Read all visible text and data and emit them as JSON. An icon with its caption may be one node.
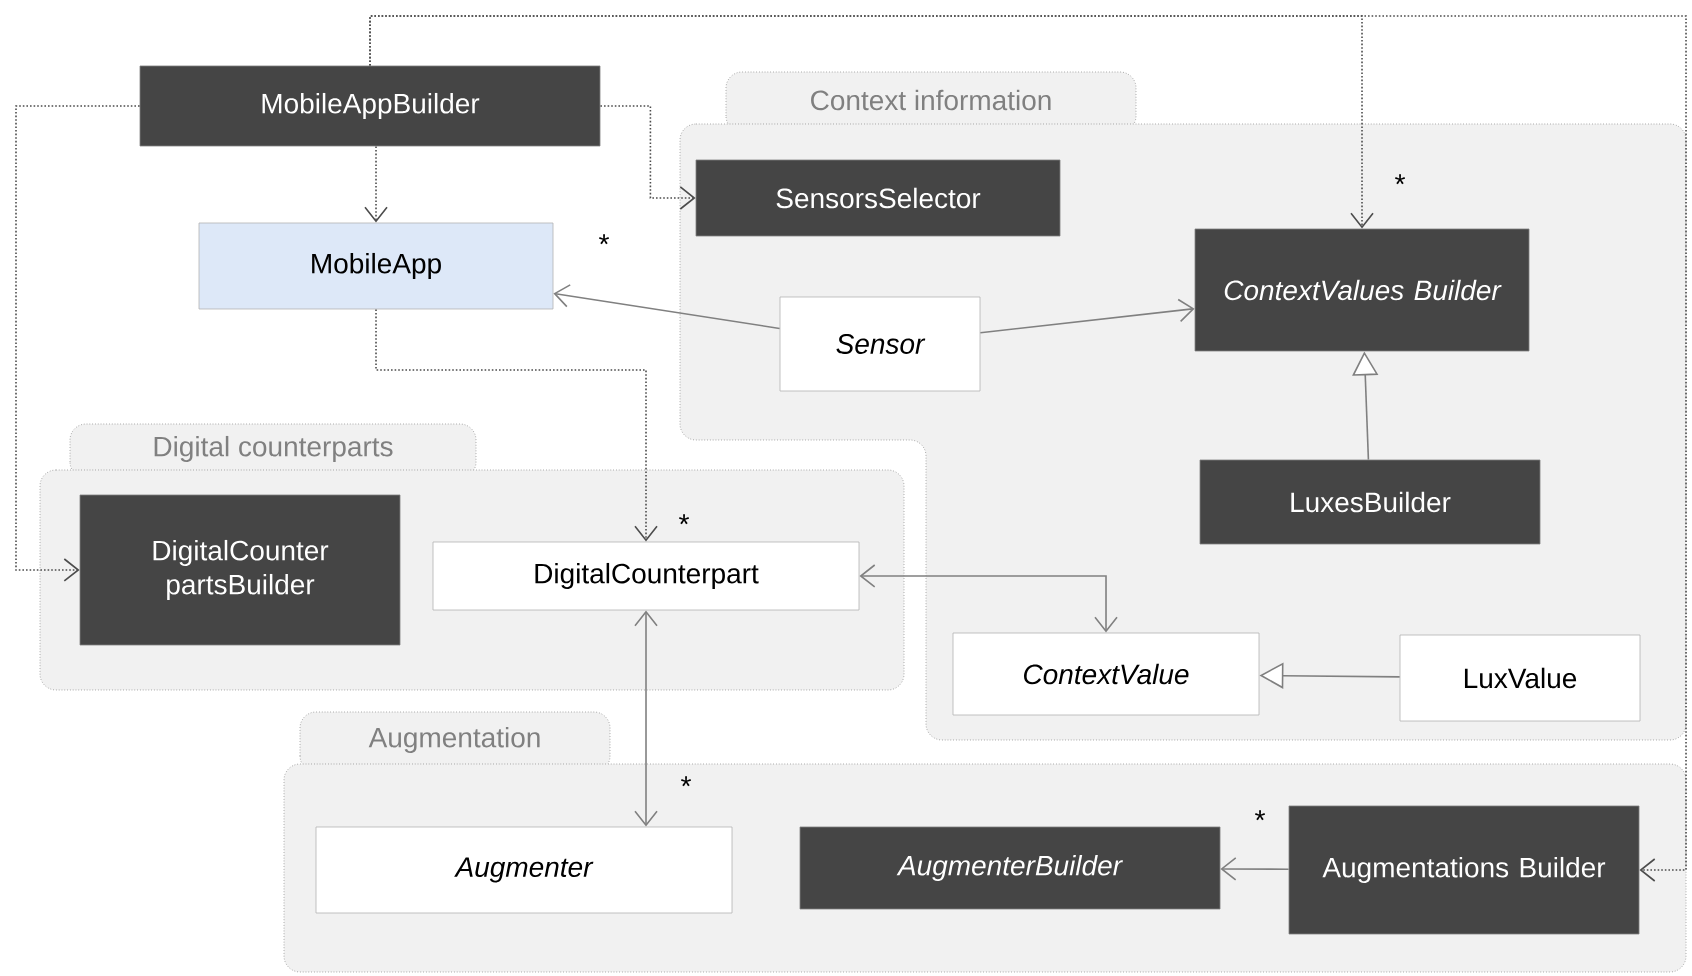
{
  "diagram": {
    "nodes": [
      {
        "text": [
          "MobileAppBuilder"
        ]
      },
      {
        "text": [
          "Context information"
        ]
      },
      {
        "text": [
          "SensorsSelector"
        ],
        "in": 1
      },
      {
        "text": [
          "MobileApp"
        ]
      },
      {
        "text": [
          "ContextValues Builder"
        ],
        "in": 1
      },
      {
        "text": [
          "Sensor"
        ],
        "in": 1
      },
      {
        "text": [
          "LuxesBuilder"
        ],
        "in": 1
      },
      {
        "text": [
          "Digital counterparts"
        ]
      },
      {
        "text": [
          "DigitalCounter partsBuilder"
        ],
        "in": 7
      },
      {
        "text": [
          "DigitalCounterpart"
        ],
        "in": 7
      },
      {
        "text": [
          "ContextValue"
        ],
        "in": 1
      },
      {
        "text": [
          "LuxValue"
        ],
        "in": 1
      },
      {
        "text": [
          "Augmentation"
        ]
      },
      {
        "text": [
          "Augmenter"
        ],
        "in": 12
      },
      {
        "text": [
          "AugmenterBuilder"
        ],
        "in": 12
      },
      {
        "text": [
          "Augmentations Builder"
        ],
        "in": 12
      }
    ],
    "edges": [
      {
        "from": 0,
        "to": 3,
        "arrow": "to",
        "style": "dashed"
      },
      {
        "from": 0,
        "to": 2,
        "arrow": "to",
        "style": "dashed"
      },
      {
        "from": 0,
        "to": 8,
        "arrow": "to",
        "style": "dashed"
      },
      {
        "from": 0,
        "to": 4,
        "arrow": "to",
        "style": "dashed",
        "label": "*"
      },
      {
        "from": 0,
        "to": 15,
        "arrow": "to",
        "style": "dashed"
      },
      {
        "from": 3,
        "to": 9,
        "arrow": "to",
        "style": "dashed",
        "label": "*"
      },
      {
        "from": 5,
        "to": 3,
        "arrow": "to",
        "label": "*"
      },
      {
        "from": 5,
        "to": 4,
        "arrow": "to"
      },
      {
        "from": 6,
        "to": 4,
        "arrow": "to"
      },
      {
        "from": 11,
        "to": 10,
        "arrow": "to"
      },
      {
        "from": 9,
        "to": 10,
        "arrow": "both"
      },
      {
        "from": 9,
        "to": 13,
        "arrow": "both",
        "label": "*"
      },
      {
        "from": 15,
        "to": 14,
        "arrow": "to",
        "label": "*"
      }
    ]
  }
}
